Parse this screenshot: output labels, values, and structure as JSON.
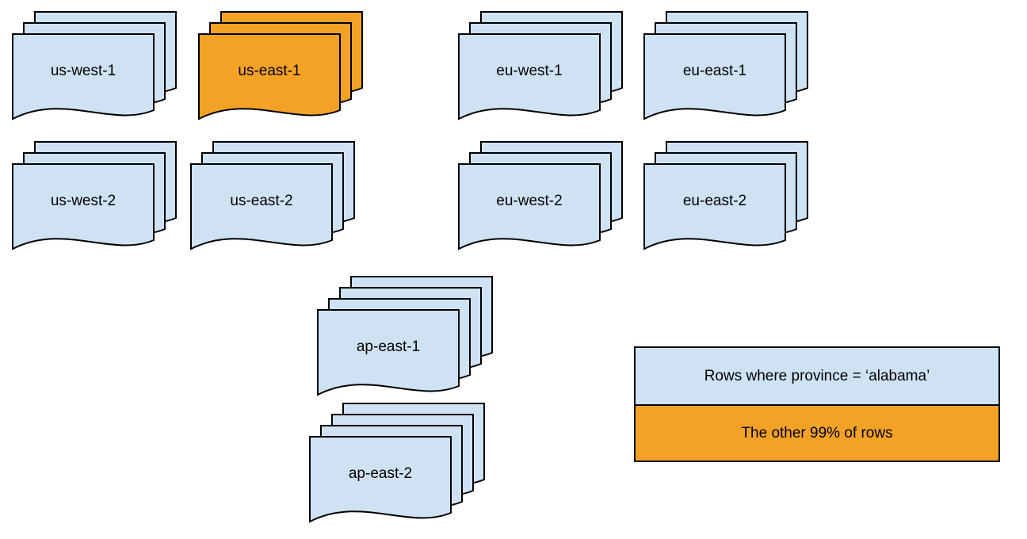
{
  "colors": {
    "region_fill": "#cfe2f3",
    "highlight_fill": "#f3a226",
    "stroke": "#000000"
  },
  "stacks": [
    {
      "label": "us-west-1",
      "variant": "blue"
    },
    {
      "label": "us-east-1",
      "variant": "orange"
    },
    {
      "label": "eu-west-1",
      "variant": "blue"
    },
    {
      "label": "eu-east-1",
      "variant": "blue"
    },
    {
      "label": "us-west-2",
      "variant": "blue"
    },
    {
      "label": "us-east-2",
      "variant": "blue"
    },
    {
      "label": "eu-west-2",
      "variant": "blue"
    },
    {
      "label": "eu-east-2",
      "variant": "blue"
    },
    {
      "label": "ap-east-1",
      "variant": "blue"
    },
    {
      "label": "ap-east-2",
      "variant": "blue"
    }
  ],
  "legend": {
    "blue_label": "Rows where province = ‘alabama’",
    "orange_label": "The other 99% of rows"
  }
}
